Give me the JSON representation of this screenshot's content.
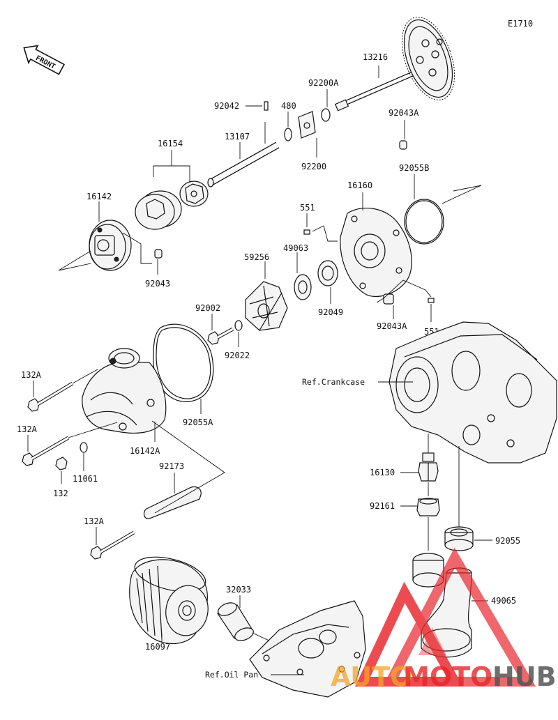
{
  "diagram": {
    "code": "E1710",
    "front_label": "FRONT",
    "parts": {
      "p13216": "13216",
      "p92200A": "92200A",
      "p92042": "92042",
      "p480": "480",
      "p13107": "13107",
      "p16154": "16154",
      "p92200": "92200",
      "p92043A_top": "92043A",
      "p92055B": "92055B",
      "p16142": "16142",
      "p16160": "16160",
      "p551_top": "551",
      "p49063": "49063",
      "p59256": "59256",
      "p92043": "92043",
      "p92049": "92049",
      "p92043A_bot": "92043A",
      "p551_bot": "551",
      "p92002": "92002",
      "p92022": "92022",
      "p132A_1": "132A",
      "p92055A": "92055A",
      "p132A_2": "132A",
      "p16142A": "16142A",
      "p11061": "11061",
      "p132": "132",
      "p92173": "92173",
      "p16130": "16130",
      "p92161": "92161",
      "p92055": "92055",
      "p132A_3": "132A",
      "p49065": "49065",
      "p32033": "32033",
      "p16097": "16097"
    },
    "refs": {
      "crankcase": "Ref.Crankcase",
      "oil_pan": "Ref.Oil Pan"
    }
  },
  "watermark": {
    "auto": "AUTO",
    "moto": "MOTO",
    "hub": "HUB",
    "colors": {
      "red": "#e8262b",
      "orange": "#f5a623",
      "gray": "#555555"
    }
  }
}
